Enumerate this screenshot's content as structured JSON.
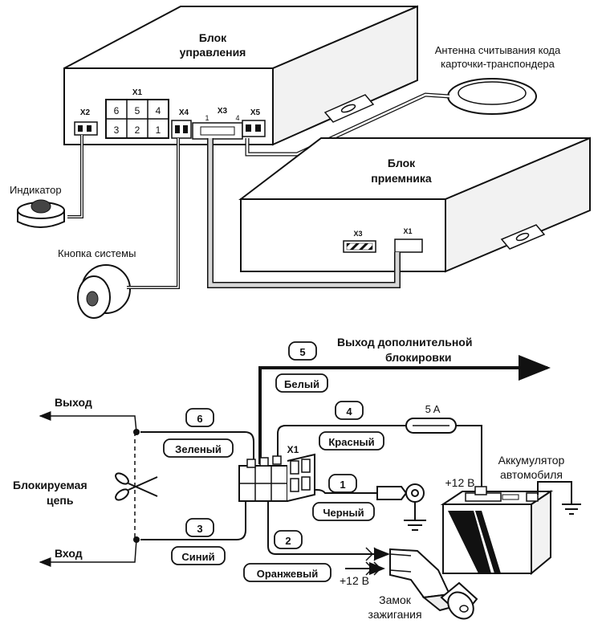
{
  "control_unit": {
    "title_line1": "Блок",
    "title_line2": "управления"
  },
  "receiver_unit": {
    "title_line1": "Блок",
    "title_line2": "приемника"
  },
  "connectors": {
    "x1": "X1",
    "x2": "X2",
    "x3": "X3",
    "x4": "X4",
    "x5": "X5",
    "x1_pins": [
      "6",
      "5",
      "4",
      "3",
      "2",
      "1"
    ],
    "x3_pin_first": "1",
    "x3_pin_last": "4",
    "receiver_x3": "X3",
    "receiver_x1": "X1",
    "wiring_x1": "X1"
  },
  "antenna": {
    "label_line1": "Антенна считывания кода",
    "label_line2": "карточки-транспондера"
  },
  "indicator": {
    "label": "Индикатор"
  },
  "system_button": {
    "label": "Кнопка системы"
  },
  "wiring": {
    "output_line1": "Выход дополнительной",
    "output_line2": "блокировки",
    "output_label": "Выход",
    "input_label": "Вход",
    "blocked_line1": "Блокируемая",
    "blocked_line2": "цепь",
    "wires": [
      {
        "num": "5",
        "color": "Белый"
      },
      {
        "num": "6",
        "color": "Зеленый"
      },
      {
        "num": "4",
        "color": "Красный"
      },
      {
        "num": "1",
        "color": "Черный"
      },
      {
        "num": "3",
        "color": "Синий"
      },
      {
        "num": "2",
        "color": "Оранжевый"
      }
    ],
    "fuse": "5 A",
    "battery_line1": "Аккумулятор",
    "battery_line2": "автомобиля",
    "plus12_battery": "+12 В",
    "plus12_ignition": "+12 В",
    "ignition_line1": "Замок",
    "ignition_line2": "зажигания"
  }
}
